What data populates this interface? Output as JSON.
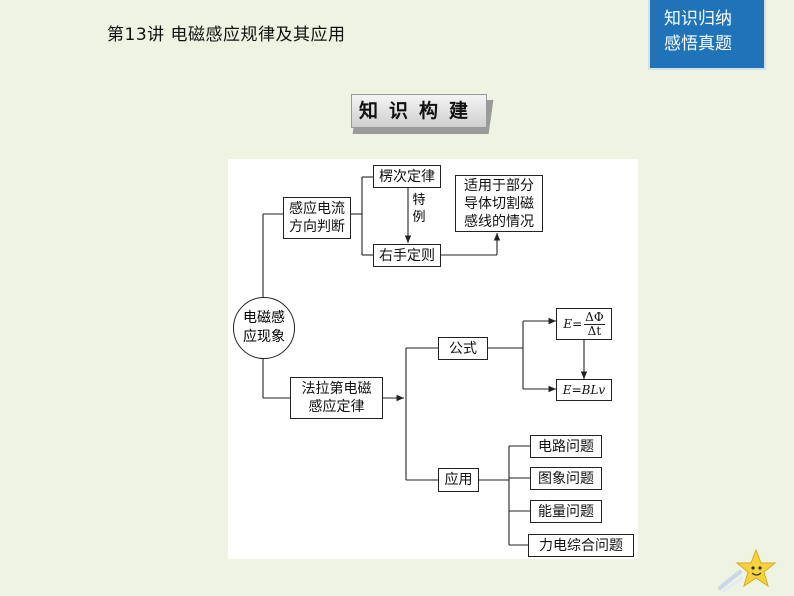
{
  "header": {
    "lecture_title": "第13讲  电磁感应规律及其应用",
    "nav_line1": "知识归纳",
    "nav_line2": "感悟真题"
  },
  "banner": {
    "label": "知识构建"
  },
  "diagram": {
    "root": {
      "line1": "电磁感",
      "line2": "应现象"
    },
    "direction": {
      "line1": "感应电流",
      "line2": "方向判断"
    },
    "lenz": "楞次定律",
    "special_case": {
      "c1": "特",
      "c2": "例"
    },
    "right_hand": "右手定则",
    "applies": {
      "line1": "适用于部分",
      "line2": "导体切割磁",
      "line3": "感线的情况"
    },
    "faraday": {
      "line1": "法拉第电磁",
      "line2": "感应定律"
    },
    "formula_group": "公式",
    "formula1": {
      "lhs": "E",
      "eq": "=",
      "num": "ΔΦ",
      "den": "Δt"
    },
    "formula2": {
      "lhs": "E",
      "eq": "=",
      "rhs": "BLv"
    },
    "application_group": "应用",
    "applications": [
      "电路问题",
      "图象问题",
      "能量问题",
      "力电综合问题"
    ]
  },
  "colors": {
    "background": "#eef3e2",
    "nav_blue": "#1f74b9",
    "star_yellow": "#f6d33c"
  },
  "decorations": {
    "star": "star-icon"
  }
}
